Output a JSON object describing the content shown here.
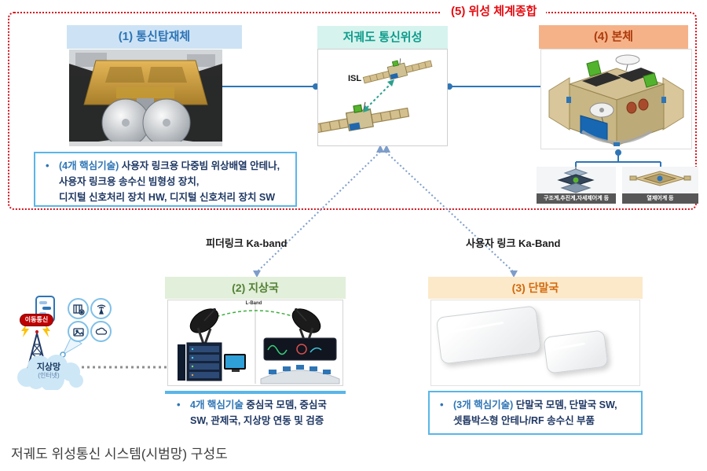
{
  "palette": {
    "frame_red": "#d4111b",
    "connector_blue": "#2e75b6",
    "dotted_link_blue": "#7d9dca",
    "tech_label_blue": "#2e75b5",
    "tech_text_navy": "#1f3864",
    "payload_header_bg": "#cde3f5",
    "leo_header_bg": "#d6f3ee",
    "bus_header_bg": "#f5b288",
    "ground_header_bg": "#e2efda",
    "terminal_header_bg": "#fce9c9",
    "keybox_border": "#5ab6e8",
    "isl_teal": "#2aa08f",
    "lband_green": "#3fae3f",
    "badge_red": "#c00000"
  },
  "system": {
    "title": "(5) 위성 체계종합"
  },
  "payload": {
    "header": "(1) 통신탑재체",
    "bullet": "•",
    "tech_label": "(4개 핵심기술)",
    "tech_rest1": " 사용자 링크용 다중빔 위상배열 안테나,",
    "tech_line2": "사용자 링크용 송수신 빔형성 장치,",
    "tech_line3": "디지털 신호처리 장치 HW, 디지털 신호처리 장치 SW"
  },
  "leo": {
    "header": "저궤도 통신위성",
    "isl": "ISL"
  },
  "bus": {
    "header": "(4) 본체",
    "subsystem_left": "구조계,추진계,자세제어계 등",
    "subsystem_right": "열제어계 등"
  },
  "links": {
    "feeder": "피더링크 Ka-band",
    "user": "사용자 링크 Ka-Band",
    "lband": "L-Band"
  },
  "ground": {
    "header": "(2) 지상국",
    "bullet": "•",
    "tech_label": "4개 핵심기술",
    "tech_rest1": " 중심국 모뎀, 중심국",
    "tech_line2": "SW,  관제국, 지상망 연동 및 검증"
  },
  "terminal": {
    "header": "(3) 단말국",
    "bullet": "•",
    "tech_label": "(3개 핵심기술)",
    "tech_rest1": " 단말국 모뎀, 단말국 SW,",
    "tech_line2": "셋톱박스형 안테나/RF 송수신 부품"
  },
  "access": {
    "badge": "이동통신",
    "cloud_title": "지상망",
    "cloud_sub": "(인터넷)"
  },
  "caption": "저궤도 위성통신 시스템(시범망) 구성도"
}
